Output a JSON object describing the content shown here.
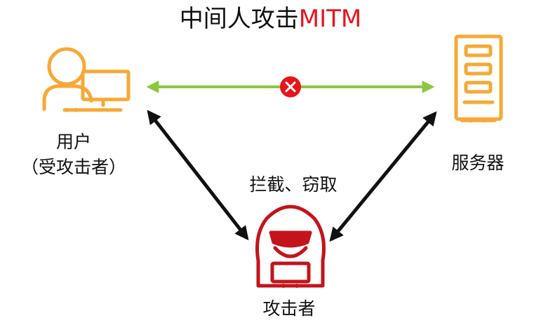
{
  "title": {
    "main": "中间人攻击",
    "accent": "MITM"
  },
  "nodes": {
    "user": {
      "line1": "用户",
      "line2": "（受攻击者）"
    },
    "server": {
      "label": "服务器"
    },
    "attacker": {
      "label": "攻击者"
    }
  },
  "edges": {
    "intercept_label": "拦截、窃取"
  },
  "colors": {
    "user": "#f7a935",
    "server": "#f7a935",
    "attacker": "#c3141b",
    "direct_link": "#8dc63f",
    "blocked_mark": "#e8141c",
    "attack_arrows": "#111111",
    "title_accent": "#e8141c"
  },
  "icons": {
    "user": "user-at-computer-icon",
    "server": "server-tower-icon",
    "attacker": "hooded-hacker-icon",
    "blocked": "blocked-x-icon"
  }
}
